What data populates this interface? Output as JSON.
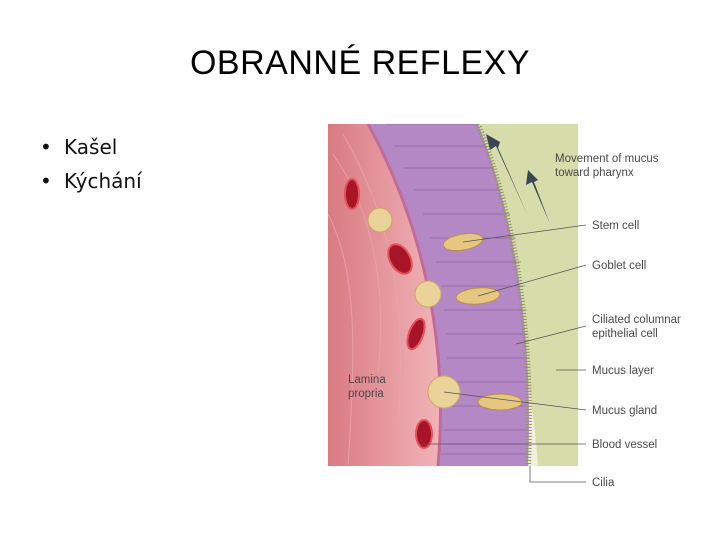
{
  "slide": {
    "title": "OBRANNÉ REFLEXY",
    "bullets": [
      {
        "marker": "•",
        "text": "Kašel"
      },
      {
        "marker": "•",
        "text": "Kýchání"
      }
    ]
  },
  "figure": {
    "labels": {
      "movement_line1": "Movement of mucus",
      "movement_line2": "toward pharynx",
      "stem_cell": "Stem cell",
      "goblet_cell": "Goblet cell",
      "ciliated_line1": "Ciliated columnar",
      "ciliated_line2": "epithelial cell",
      "mucus_layer": "Mucus layer",
      "mucus_gland": "Mucus gland",
      "blood_vessel": "Blood vessel",
      "cilia": "Cilia",
      "lamina_line1": "Lamina",
      "lamina_line2": "propria"
    },
    "colors": {
      "lamina": "#e79a9e",
      "epithelium": "#a97dbb",
      "mucus": "#d7dcae",
      "blood": "#b0142a",
      "gland": "#e7cf94"
    }
  }
}
